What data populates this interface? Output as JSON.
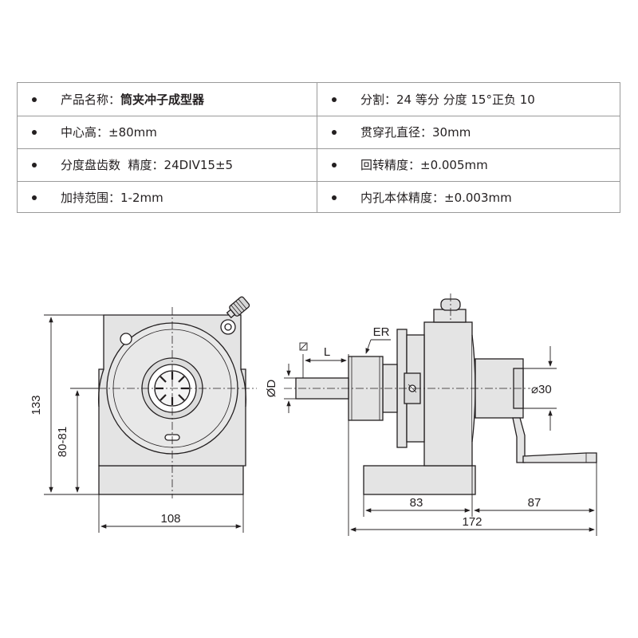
{
  "specs": {
    "rows": [
      {
        "left": {
          "label": "产品名称：",
          "value": "筒夹冲子成型器"
        },
        "right": "分割：24 等分 分度 15°正负 10"
      },
      {
        "left": {
          "label": "中心高：",
          "value": "±80mm"
        },
        "right": "贯穿孔直径：30mm"
      },
      {
        "left": {
          "label": "分度盘齿数",
          "value": "  精度：24DIV15±5"
        },
        "right": "回转精度：±0.005mm"
      },
      {
        "left": {
          "label": "加持范围：",
          "value": "1-2mm"
        },
        "right": "内孔本体精度：±0.003mm"
      }
    ]
  },
  "drawing": {
    "dims": {
      "height_total": "133",
      "center_height": "80-81",
      "width_front": "108",
      "base_length": "83",
      "handle_length": "87",
      "total_length": "172",
      "bore": "⌀30",
      "collet_type": "ER",
      "shank_dia": "ØD",
      "shank_len": "L"
    }
  },
  "colors": {
    "line": "#231f20",
    "fill": "#e4e4e4",
    "fill_dark": "#cfcfcf"
  }
}
